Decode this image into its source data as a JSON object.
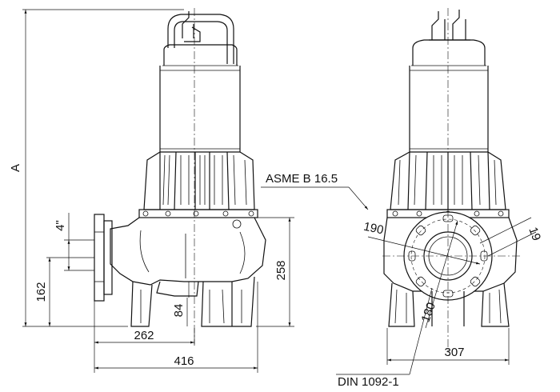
{
  "dimensions": {
    "height_total": "A",
    "outlet_size": "4\"",
    "outlet_height": "162",
    "inlet_offset": "84",
    "outlet_to_center": "262",
    "overall_length": "416",
    "body_height": "258",
    "front_width": "307",
    "flange_bolt_circle": "190",
    "flange_bolt_hole": "19",
    "flange_bolt_circle_din": "180"
  },
  "labels": {
    "asme_standard": "ASME B 16.5",
    "din_standard": "DIN 1092-1"
  }
}
